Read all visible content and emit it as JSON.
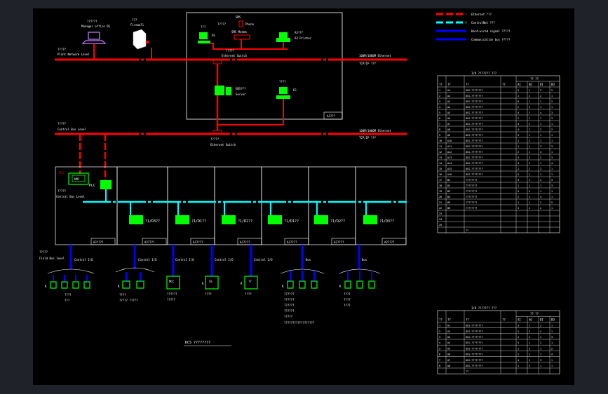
{
  "colors": {
    "ethernet": "#ff0000",
    "controlnet": "#00ffff",
    "hardwired": "#0000ff",
    "device": "#00ff00",
    "text": "#ffffff",
    "background": "#000000",
    "firewall_accent": "#ff0000",
    "laptop": "#c080ff"
  },
  "legend": {
    "items": [
      {
        "label": "Ethernet ???",
        "color": "#ff0000",
        "style": "dashed"
      },
      {
        "label": "ControlNet ???",
        "color": "#00ffff",
        "style": "dashed"
      },
      {
        "label": "Hard-wired signal ?????",
        "color": "#0000ff",
        "style": "solid"
      },
      {
        "label": "Communication bus ?????",
        "color": "#0000ff",
        "style": "solid"
      }
    ]
  },
  "top": {
    "office_label1": "??????",
    "office_label2": "Manager office OS",
    "firewall_label1": "???",
    "firewall_label2": "Firewall",
    "plant_level1": "?????",
    "plant_level2": "Plant Network Level",
    "sms_label": "SMS",
    "phone_label": "Phone",
    "sms_modem_label": "SMS Modem",
    "sms_modem_cn": "?????",
    "os_label": "OS",
    "os_cn": "???",
    "printer_label1": "A3???",
    "printer_label2": "A3 Printer",
    "switch1_cn": "?????",
    "switch1_label": "Ethernet Switch",
    "server_label1": "ENS???",
    "server_label2": "Server",
    "es_label": "ES",
    "es_cn": "????",
    "box_label": "AJ???",
    "ethernet1_label": "100M/1000M Ethernet",
    "tcpip1_label": "TCP/IP   ???"
  },
  "control": {
    "bus_level1": "?????",
    "bus_level2": "Control Bus Level",
    "switch2_label1": "?????",
    "switch2_label2": "Ethernet Switch",
    "ethernet2_label": "100M/1000M Ethernet",
    "tcpip2_label": "TCP/IP   ???",
    "plc_cn": "PLC",
    "hmi_label": "HMI",
    "plc_label": "PLC",
    "central_level1": "?????",
    "central_level2": "Central Bus Level"
  },
  "io_stations": [
    {
      "label": "?1/D3??",
      "box_label": "AJ????"
    },
    {
      "label": "?1/D1??",
      "box_label": "AJ????"
    },
    {
      "label": "?1/D2??",
      "box_label": "AJ????"
    },
    {
      "label": "?1/D1??",
      "box_label": "AJ????"
    },
    {
      "label": "?1/D2??",
      "box_label": "A2????"
    },
    {
      "label": "?1/D3??",
      "box_label": "A2????"
    }
  ],
  "last_box_label": "A2????",
  "field": {
    "level1": "?????",
    "level2": "Field Bus level",
    "groups": [
      {
        "label": "Control I/O",
        "notes": [
          "????",
          "???"
        ]
      },
      {
        "label": "Control I/O",
        "notes": [
          "????",
          "?????  ?????"
        ]
      },
      {
        "label": "Control I/O",
        "device": "MCC",
        "notes": [
          "??????",
          "?????"
        ]
      },
      {
        "label": "Control I/O",
        "device": "SS",
        "notes": [
          "????"
        ]
      },
      {
        "label": "Control I/O",
        "device": "??",
        "notes": [
          "????"
        ]
      },
      {
        "label": "Bus",
        "notes": [
          "??????",
          "??????",
          "??????",
          "??????",
          "?????",
          "??????????????????"
        ]
      },
      {
        "label": "Bus",
        "notes": [
          "????",
          "????",
          "????"
        ]
      }
    ]
  },
  "caption": "DCS ????????",
  "table1": {
    "title": "I/O ??????? ???",
    "header_group": "?? ??",
    "headers": [
      "??",
      "??",
      "??",
      "??",
      "AI",
      "AO",
      "DI",
      "DO"
    ],
    "rows": [
      [
        "1",
        "A1",
        "DCS-????????",
        "3",
        "1",
        "2",
        "5"
      ],
      [
        "2",
        "A2",
        "DCS-????????",
        "1",
        "2",
        "2",
        "1"
      ],
      [
        "3",
        "A3",
        "DCS-????????",
        "8",
        "1",
        "1",
        "2"
      ],
      [
        "4",
        "A4",
        "DCS-????????",
        "2",
        "3",
        "1",
        "1"
      ],
      [
        "5",
        "A5",
        "DCS-????????",
        "4",
        "1",
        "4",
        "3"
      ],
      [
        "6",
        "A6",
        "DCS-????????",
        "2",
        "1",
        "1",
        "3"
      ],
      [
        "7",
        "A7",
        "DCS-????????",
        "4",
        "2",
        "1",
        "1"
      ],
      [
        "8",
        "A8",
        "DCS-????????",
        "4",
        "1",
        "2",
        "2"
      ],
      [
        "9",
        "A9",
        "DCS-????????",
        "3",
        "1",
        "1",
        "1"
      ],
      [
        "10",
        "A10",
        "DCS-????????",
        "1",
        "2",
        "1",
        "1"
      ],
      [
        "11",
        "A11",
        "DCS-????????",
        "1",
        "1",
        "3",
        "3"
      ],
      [
        "12",
        "A12",
        "DCS-????????",
        "2",
        "1",
        "4",
        "1"
      ],
      [
        "13",
        "A13",
        "DCS-????????",
        "3",
        "1",
        "2",
        "3"
      ],
      [
        "14",
        "A14",
        "DCS-????????",
        "4",
        "2",
        "1",
        "4"
      ],
      [
        "15",
        "A15",
        "DCS-????????",
        "1",
        "1",
        "2",
        "1"
      ],
      [
        "16",
        "A16",
        "DCS-????????",
        "2",
        "1",
        "1",
        "1"
      ],
      [
        "17",
        "B1",
        "????????",
        "3",
        "1",
        "2",
        "3"
      ],
      [
        "18",
        "B2",
        "????????",
        "1",
        "1",
        "1",
        "3"
      ],
      [
        "19",
        "B3",
        "????????",
        "5",
        "2",
        "1",
        "1"
      ],
      [
        "20",
        "B4",
        "????????",
        "2",
        "1",
        "4",
        "1"
      ],
      [
        "21",
        "B5",
        "????????",
        "1",
        "1",
        "2",
        "5"
      ],
      [
        "22",
        "B6",
        "????????",
        "3",
        "1",
        "2",
        "1"
      ],
      [
        "23",
        "",
        "",
        "",
        "",
        "",
        ""
      ],
      [
        "24",
        "",
        "",
        "",
        "",
        "",
        ""
      ],
      [
        "25",
        "",
        "",
        "",
        "",
        "",
        ""
      ],
      [
        "",
        "",
        "??",
        "",
        "",
        "",
        ""
      ]
    ]
  },
  "table2": {
    "title": "I/O ??????? ???",
    "header_group": "?? ??",
    "headers": [
      "??",
      "??",
      "??",
      "??",
      "AI",
      "AO",
      "DI",
      "DO"
    ],
    "rows": [
      [
        "1",
        "A1",
        "DCS-????????",
        "3",
        "1",
        "2",
        "1"
      ],
      [
        "2",
        "A2",
        "DCS-????????",
        "1",
        "2",
        "4",
        "1"
      ],
      [
        "3",
        "A3",
        "DCS-????????",
        "2",
        "1",
        "1",
        "3"
      ],
      [
        "4",
        "A4",
        "DCS-????????",
        "5",
        "1",
        "2",
        "1"
      ],
      [
        "5",
        "A5",
        "DCS-????????",
        "1",
        "3",
        "1",
        "2"
      ],
      [
        "6",
        "A6",
        "DCS-????????",
        "2",
        "1",
        "1",
        "4"
      ],
      [
        "7",
        "A7",
        "DCS-????????",
        "4",
        "1",
        "3",
        "1"
      ],
      [
        "8",
        "A8",
        "DCS-????????",
        "1",
        "2",
        "1",
        "1"
      ],
      [
        "",
        "",
        "??",
        "",
        "",
        "",
        ""
      ]
    ]
  }
}
